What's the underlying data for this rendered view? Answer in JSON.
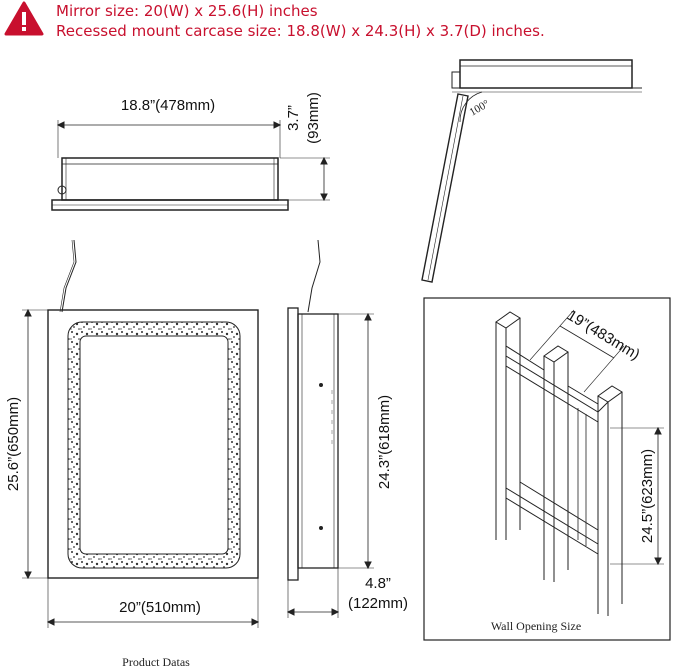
{
  "header": {
    "line1": "Mirror size: 20(W) x 25.6(H) inches",
    "line2": "Recessed mount carcase size: 18.8(W) x 24.3(H) x 3.7(D) inches.",
    "warning_icon": "warning-triangle-icon",
    "accent_color": "#c8102e"
  },
  "top_view": {
    "width_label": "18.8”(478mm)",
    "depth_label_1": "3.7”",
    "depth_label_2": "(93mm)"
  },
  "open_view": {
    "angle_label": "100°"
  },
  "front_view": {
    "height_label": "25.6”(650mm)",
    "width_label": "20”(510mm)"
  },
  "side_view": {
    "height_label": "24.3”(618mm)",
    "depth_label_1": "4.8”",
    "depth_label_2": "(122mm)"
  },
  "wall_opening": {
    "width_label": "19”(483mm)",
    "height_label": "24.5”(623mm)",
    "caption": "Wall Opening Size"
  },
  "footer": {
    "caption": "Product Datas"
  }
}
